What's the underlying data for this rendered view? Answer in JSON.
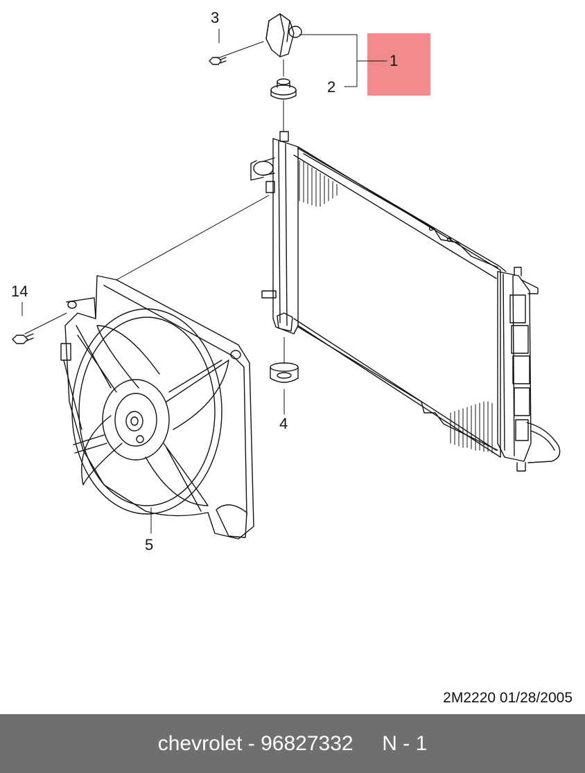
{
  "colors": {
    "highlight": "#f28b8b",
    "footer_bg": "#6f6f6f",
    "footer_text": "#ffffff",
    "line": "#111111"
  },
  "callouts": {
    "c1": "1",
    "c2": "2",
    "c3": "3",
    "c4": "4",
    "c5": "5",
    "c14": "14"
  },
  "diagram_ref": "2M2220  01/28/2005",
  "footer": {
    "text": "chevrolet - 96827332     N - 1"
  }
}
